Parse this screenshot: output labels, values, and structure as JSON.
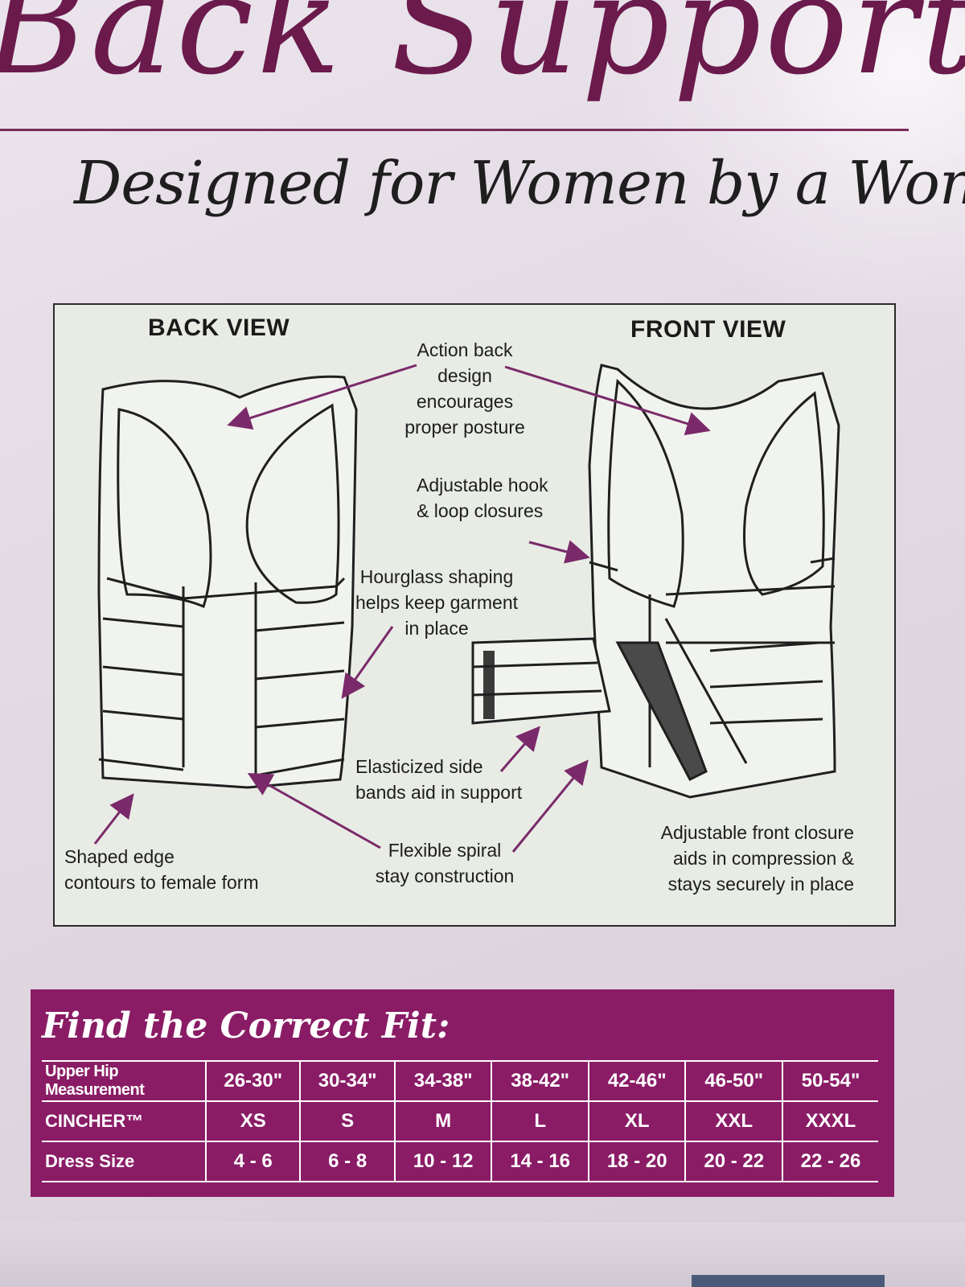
{
  "header": {
    "brand_title": "Back Support",
    "tagline": "Designed for Women by a Woman"
  },
  "diagram": {
    "back_view_heading": "BACK VIEW",
    "front_view_heading": "FRONT VIEW",
    "callouts": {
      "action_back": [
        "Action back",
        "design",
        "encourages",
        "proper posture"
      ],
      "hook_loop": [
        "Adjustable hook",
        "& loop closures"
      ],
      "hourglass": [
        "Hourglass shaping",
        "helps keep garment",
        "in place"
      ],
      "elastic_bands": [
        "Elasticized side",
        "bands aid in support"
      ],
      "shaped_edge": [
        "Shaped edge",
        "contours to female form"
      ],
      "spiral_stay": [
        "Flexible spiral",
        "stay construction"
      ],
      "front_closure": [
        "Adjustable front closure",
        "aids in compression &",
        "stays securely in place"
      ]
    }
  },
  "fit": {
    "title": "Find the Correct Fit:",
    "rows": [
      {
        "label": "Upper Hip Measurement",
        "values": [
          "26-30\"",
          "30-34\"",
          "34-38\"",
          "38-42\"",
          "42-46\"",
          "46-50\"",
          "50-54\""
        ]
      },
      {
        "label": "CINCHER™",
        "values": [
          "XS",
          "S",
          "M",
          "L",
          "XL",
          "XXL",
          "XXXL"
        ]
      },
      {
        "label": "Dress Size",
        "values": [
          "4  - 6",
          "6 - 8",
          "10 - 12",
          "14 - 16",
          "18 - 20",
          "20  - 22",
          "22 - 26"
        ]
      }
    ]
  },
  "colors": {
    "brand_plum": "#6b1a4c",
    "banner": "#8a1c66",
    "arrow": "#7a2a6a"
  }
}
